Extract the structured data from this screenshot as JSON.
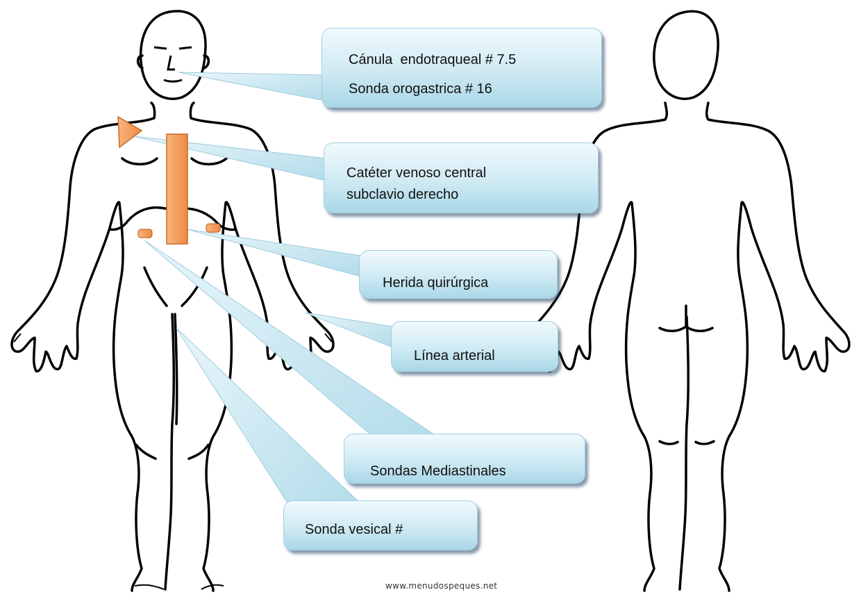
{
  "colors": {
    "callout_fill_top": "#f0fafd",
    "callout_fill_bottom": "#a9d7e7",
    "callout_border": "#a3cfdf",
    "marker": "#f39a5a",
    "marker_dark": "#d9752f",
    "outline": "#000000"
  },
  "labels": {
    "canula": "Cánula  endotraqueal # 7.5",
    "sonda_orogastrica": "Sonda orogastrica # 16",
    "cateter_line1": "Catéter venoso central",
    "cateter_line2": "subclavio derecho",
    "herida": "Herida quirúrgica",
    "linea_arterial": "Línea arterial",
    "sondas_mediastinales": "Sondas Mediastinales",
    "sonda_vesical": "Sonda vesical #"
  },
  "watermark": "www.menudospeques.net"
}
